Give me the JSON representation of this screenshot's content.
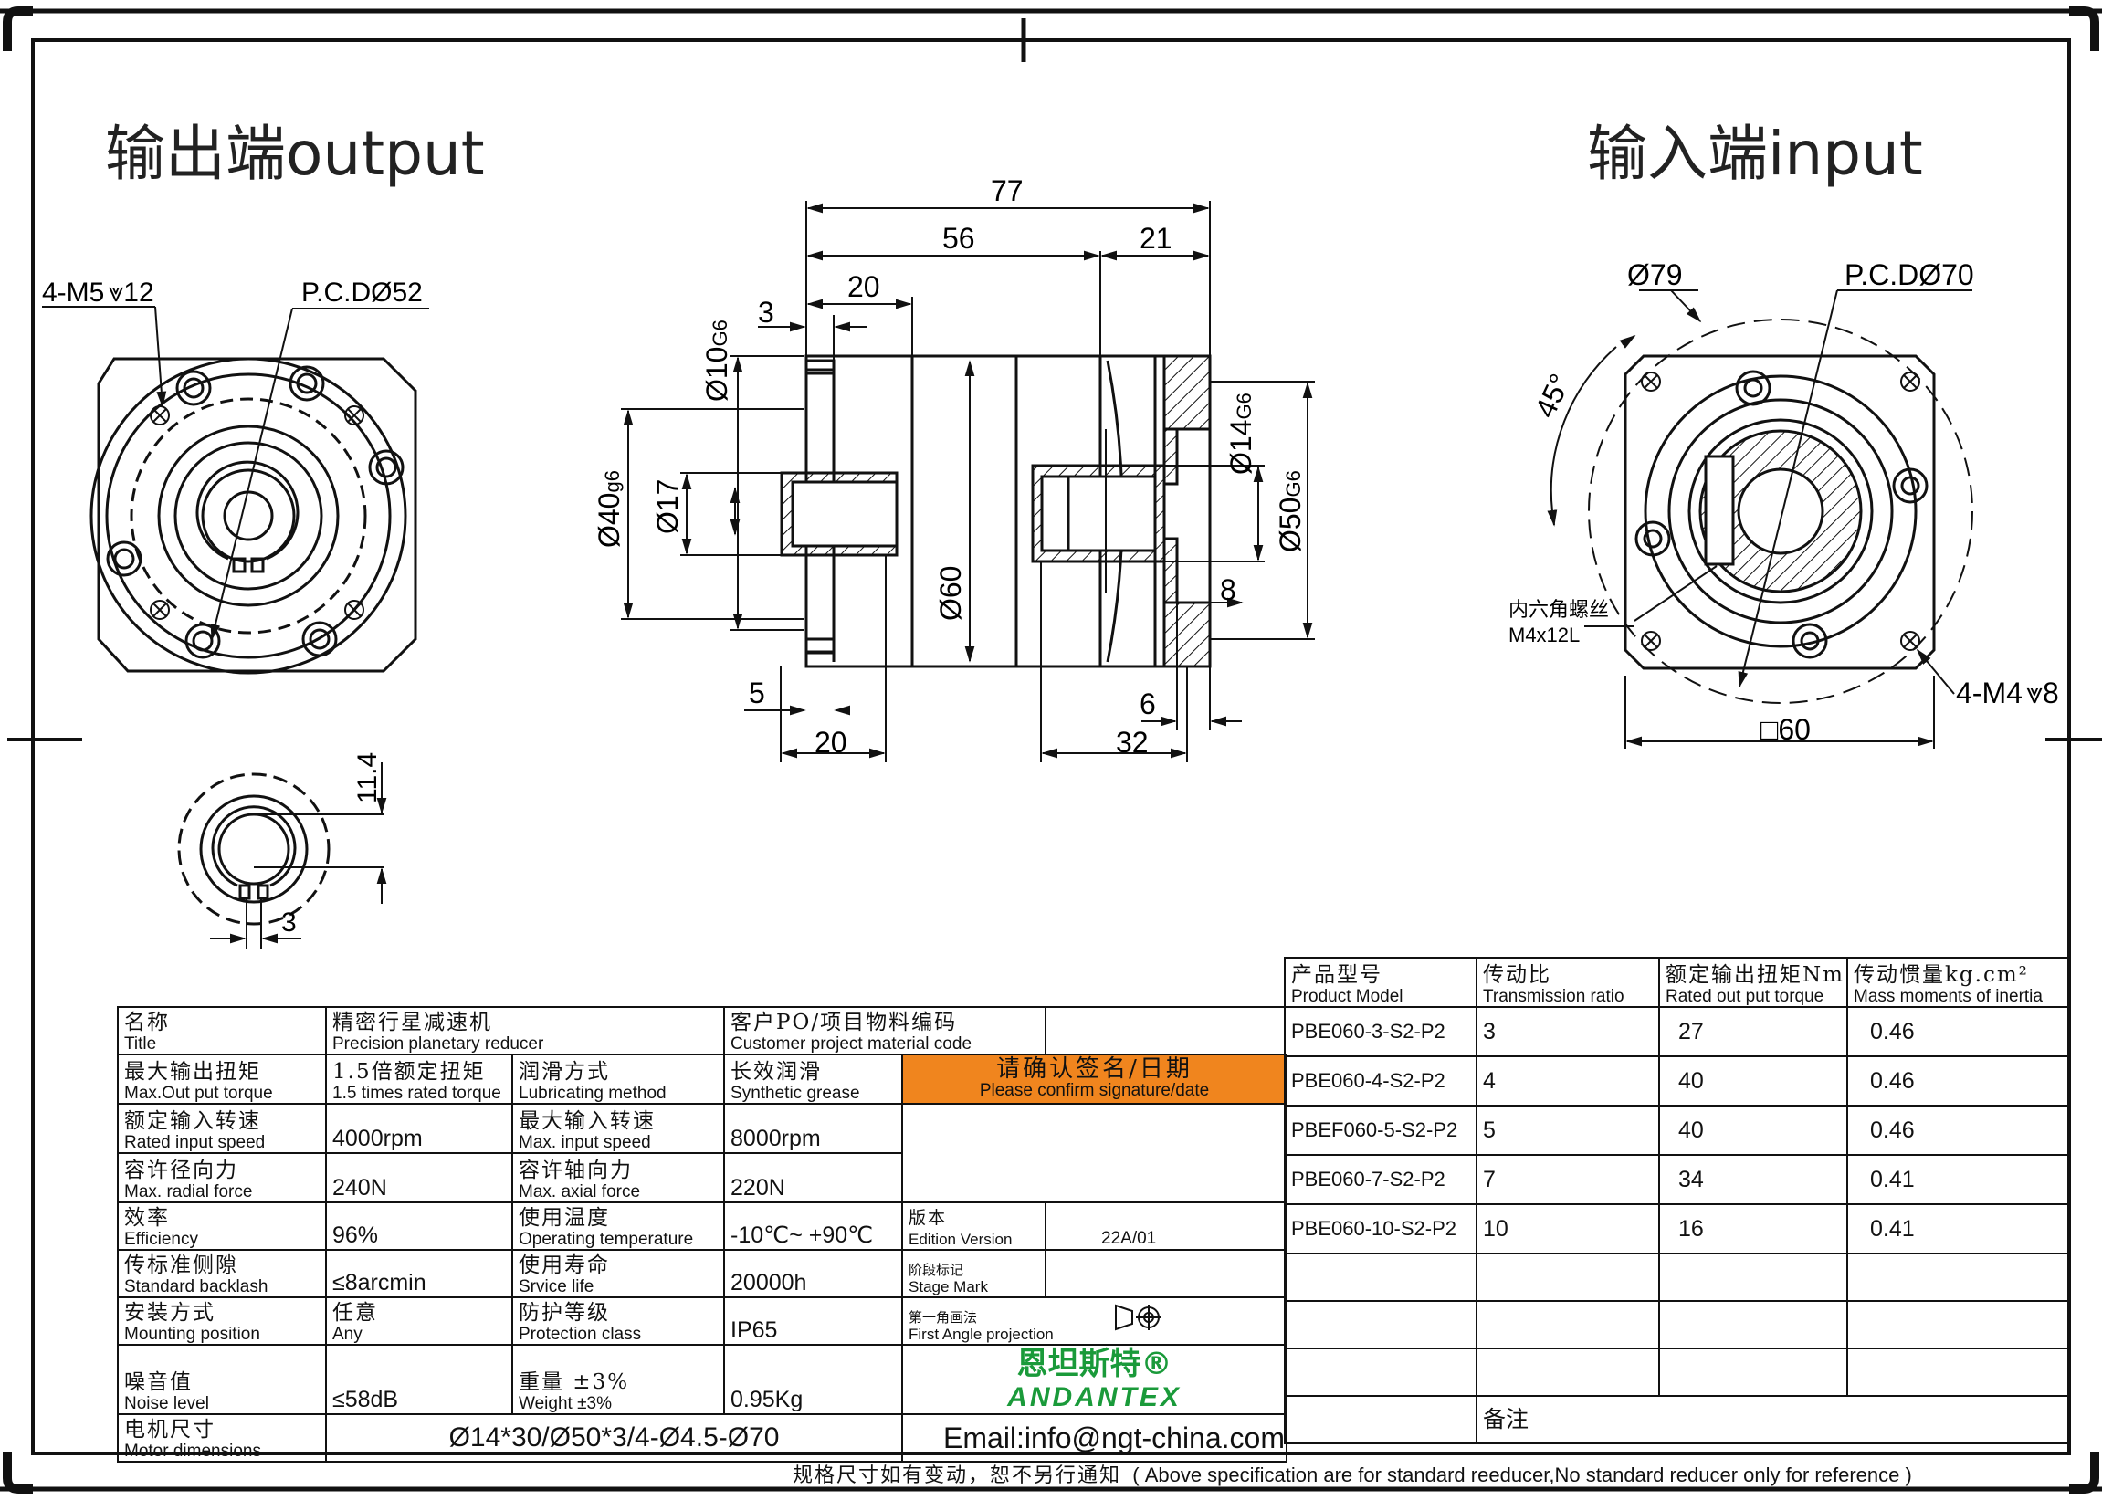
{
  "views": {
    "output_title": "输出端output",
    "input_title": "输入端input"
  },
  "dimensions": {
    "output_tap": "4-M5",
    "output_tap_depth": "12",
    "output_pcd": "P.C.D",
    "output_pcd_val": "52",
    "side_77": "77",
    "side_56": "56",
    "side_21": "21",
    "side_20_top": "20",
    "side_3": "3",
    "side_10": "10",
    "side_g6a": "G6",
    "side_40": "40",
    "side_g6b": "g6",
    "side_17": "17",
    "side_60": "60",
    "side_14": "14",
    "side_g6c": "G6",
    "side_50": "50",
    "side_g6d": "G6",
    "side_8": "8",
    "side_5": "5",
    "side_6": "6",
    "side_20_bot": "20",
    "side_32": "32",
    "key_11_4": "11.4",
    "key_3": "3",
    "input_79": "79",
    "input_pcd": "P.C.D",
    "input_pcd_val": "70",
    "input_45": "45°",
    "input_hex_zh": "内六角螺丝",
    "input_hex_en": "M4x12L",
    "input_tap": "4-M4",
    "input_tap_depth": "8",
    "input_sq": "□60"
  },
  "spec_table": {
    "title_zh": "名称",
    "title_en": "Title",
    "title_val_zh": "精密行星减速机",
    "title_val_en": "Precision planetary reducer",
    "cust_zh": "客户PO/项目物料编码",
    "cust_en": "Customer project material code",
    "torque_zh": "最大输出扭矩",
    "torque_en": "Max.Out put torque",
    "torque_val_zh": "1.5倍额定扭矩",
    "torque_val_en": "1.5 times rated torque",
    "lub_zh": "润滑方式",
    "lub_en": "Lubricating method",
    "lub_val_zh": "长效润滑",
    "lub_val_en": "Synthetic grease",
    "confirm_zh": "请确认签名/日期",
    "confirm_en": "Please confirm signature/date",
    "rin_zh": "额定输入转速",
    "rin_en": "Rated input speed",
    "rin_val": "4000rpm",
    "min_zh": "最大输入转速",
    "min_en": "Max. input speed",
    "min_val": "8000rpm",
    "rad_zh": "容许径向力",
    "rad_en": "Max. radial force",
    "rad_val": "240N",
    "ax_zh": "容许轴向力",
    "ax_en": "Max. axial force",
    "ax_val": "220N",
    "eff_zh": "效率",
    "eff_en": "Efficiency",
    "eff_val": "96%",
    "temp_zh": "使用温度",
    "temp_en": "Operating temperature",
    "temp_val": "-10℃~ +90℃",
    "ver_zh": "版本",
    "ver_en": "Edition Version",
    "ver_val": "22A/01",
    "bl_zh": "传标准侧隙",
    "bl_en": "Standard backlash",
    "bl_val": "≤8arcmin",
    "life_zh": "使用寿命",
    "life_en": "Srvice life",
    "life_val": "20000h",
    "stage_zh": "阶段标记",
    "stage_en": "Stage Mark",
    "mount_zh": "安装方式",
    "mount_en": "Mounting position",
    "mount_val_zh": "任意",
    "mount_val_en": "Any",
    "prot_zh": "防护等级",
    "prot_en": "Protection class",
    "prot_val": "IP65",
    "proj_zh": "第一角画法",
    "proj_en": "First Angle projection",
    "noise_zh": "噪音值",
    "noise_en": "Noise level",
    "noise_val": "≤58dB",
    "wt_zh": "重量 ±3%",
    "wt_en": "Weight ±3%",
    "wt_val": "0.95Kg",
    "logo_zh": "恩坦斯特®",
    "logo_en": "ANDANTEX",
    "motor_zh": "电机尺寸",
    "motor_en": "Motor dimensions",
    "motor_val": "Ø14*30/Ø50*3/4-Ø4.5-Ø70",
    "email": "Email:info@ngt-china.com",
    "remark": "备注"
  },
  "model_table": {
    "headers": [
      {
        "zh": "产品型号",
        "en": "Product Model"
      },
      {
        "zh": "传动比",
        "en": "Transmission ratio"
      },
      {
        "zh": "额定输出扭矩Nm",
        "en": "Rated out put torque"
      },
      {
        "zh": "传动惯量kg.cm²",
        "en": "Mass moments of inertia"
      }
    ],
    "rows": [
      {
        "model": "PBE060-3-S2-P2",
        "ratio": "3",
        "torque": "27",
        "inertia": "0.46"
      },
      {
        "model": "PBE060-4-S2-P2",
        "ratio": "4",
        "torque": "40",
        "inertia": "0.46"
      },
      {
        "model": "PBEF060-5-S2-P2",
        "ratio": "5",
        "torque": "40",
        "inertia": "0.46"
      },
      {
        "model": "PBE060-7-S2-P2",
        "ratio": "7",
        "torque": "34",
        "inertia": "0.41"
      },
      {
        "model": "PBE060-10-S2-P2",
        "ratio": "10",
        "torque": "16",
        "inertia": "0.41"
      }
    ]
  },
  "footer": {
    "zh": "规格尺寸如有变动，恕不另行通知",
    "en": "( Above specification are for standard reeducer,No standard reducer only for reference )"
  }
}
